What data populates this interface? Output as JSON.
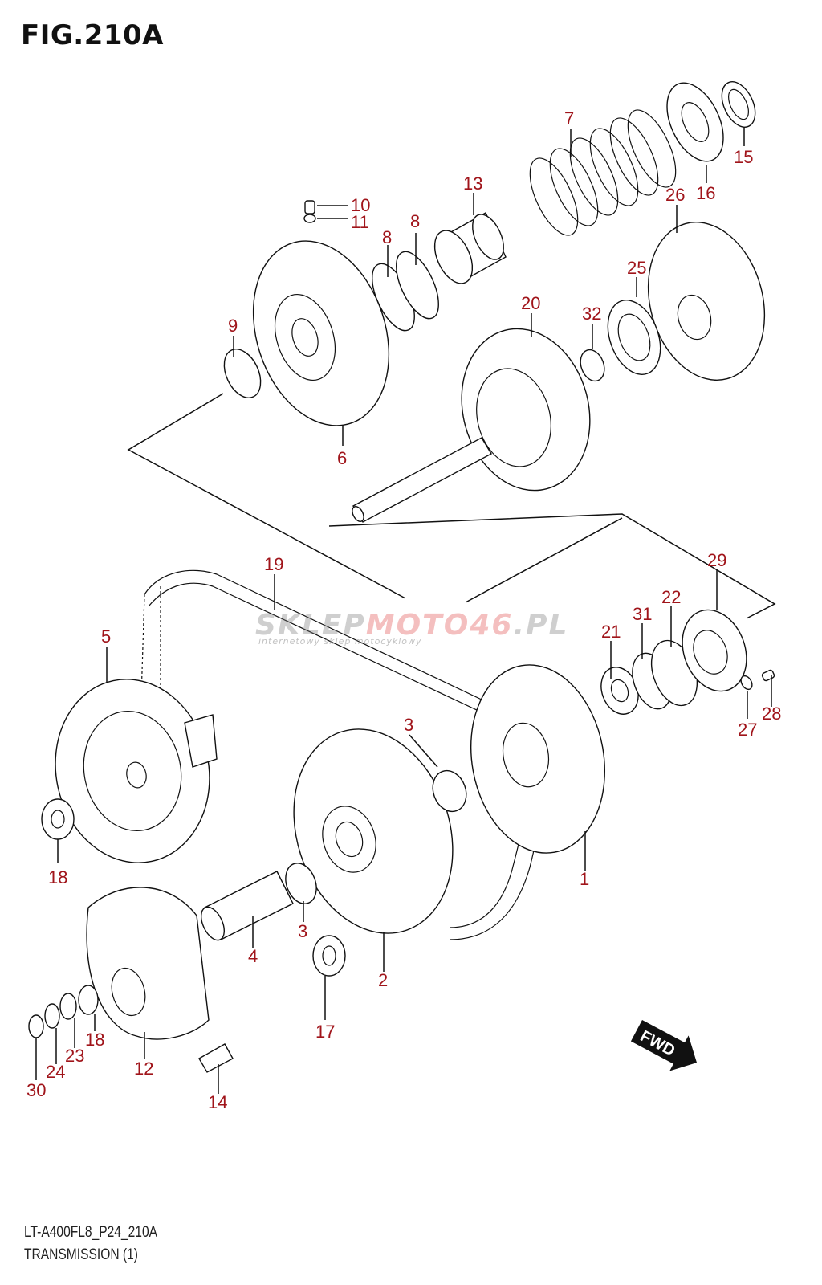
{
  "figure": {
    "title": "FIG.210A",
    "code": "LT-A400FL8_P24_210A",
    "name": "TRANSMISSION (1)",
    "label_color": "#a0141a",
    "fwd_label": "FWD"
  },
  "watermark": {
    "part1": "SKLEP",
    "part2": "MOTO46",
    "part3": ".PL",
    "tagline": "internetowy sklep motocyklowy"
  },
  "callouts": [
    {
      "id": "c7",
      "text": "7"
    },
    {
      "id": "c15",
      "text": "15"
    },
    {
      "id": "c16",
      "text": "16"
    },
    {
      "id": "c13",
      "text": "13"
    },
    {
      "id": "c26",
      "text": "26"
    },
    {
      "id": "c10",
      "text": "10"
    },
    {
      "id": "c11",
      "text": "11"
    },
    {
      "id": "c8a",
      "text": "8"
    },
    {
      "id": "c8b",
      "text": "8"
    },
    {
      "id": "c25",
      "text": "25"
    },
    {
      "id": "c20",
      "text": "20"
    },
    {
      "id": "c32",
      "text": "32"
    },
    {
      "id": "c9",
      "text": "9"
    },
    {
      "id": "c6",
      "text": "6"
    },
    {
      "id": "c29",
      "text": "29"
    },
    {
      "id": "c19",
      "text": "19"
    },
    {
      "id": "c22",
      "text": "22"
    },
    {
      "id": "c31",
      "text": "31"
    },
    {
      "id": "c21",
      "text": "21"
    },
    {
      "id": "c5",
      "text": "5"
    },
    {
      "id": "c28",
      "text": "28"
    },
    {
      "id": "c27",
      "text": "27"
    },
    {
      "id": "c3a",
      "text": "3"
    },
    {
      "id": "c18a",
      "text": "18"
    },
    {
      "id": "c1",
      "text": "1"
    },
    {
      "id": "c3b",
      "text": "3"
    },
    {
      "id": "c4",
      "text": "4"
    },
    {
      "id": "c2",
      "text": "2"
    },
    {
      "id": "c18b",
      "text": "18"
    },
    {
      "id": "c23",
      "text": "23"
    },
    {
      "id": "c17",
      "text": "17"
    },
    {
      "id": "c12",
      "text": "12"
    },
    {
      "id": "c24",
      "text": "24"
    },
    {
      "id": "c30",
      "text": "30"
    },
    {
      "id": "c14",
      "text": "14"
    }
  ]
}
